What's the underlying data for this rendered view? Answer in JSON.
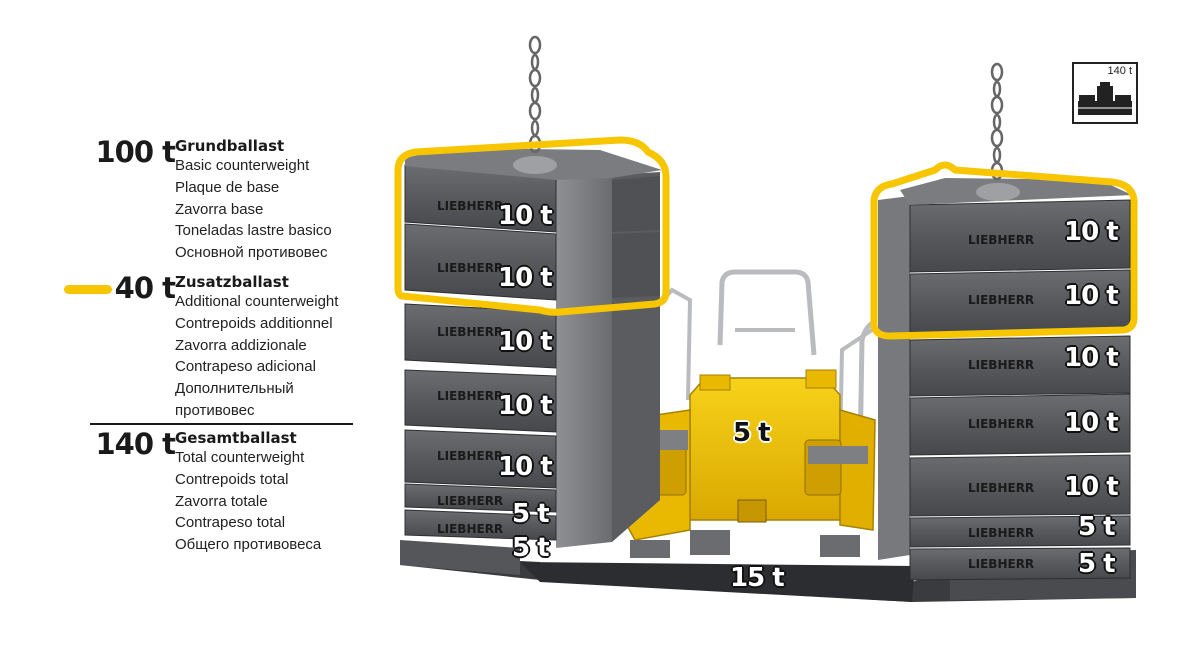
{
  "legend": {
    "base": {
      "value": "100 t",
      "heading": "Grundballast",
      "translations": [
        "Basic counterweight",
        "Plaque de base",
        "Zavorra base",
        "Toneladas lastre basico",
        "Основной противовес"
      ]
    },
    "additional": {
      "value": "40 t",
      "heading": "Zusatzballast",
      "translations": [
        "Additional counterweight",
        "Contrepoids additionnel",
        "Zavorra addizionale",
        "Contrapeso adicional",
        "Дополнительный",
        "противовес"
      ]
    },
    "total": {
      "value": "140 t",
      "heading": "Gesamtballast",
      "translations": [
        "Total counterweight",
        "Contrepoids total",
        "Zavorra totale",
        "Contrapeso total",
        "Общего противовеса"
      ]
    }
  },
  "icon": {
    "label": "140 t"
  },
  "brand": "LIEBHERR",
  "colors": {
    "highlight": "#f7c600",
    "plate": "#5b5d60",
    "plate_dark": "#3c3e41",
    "machine": "#f2c200",
    "text": "#1a1a1a"
  },
  "left_stack": [
    "10 t",
    "10 t",
    "10 t",
    "10 t",
    "10 t",
    "5 t",
    "5 t"
  ],
  "right_stack": [
    "10 t",
    "10 t",
    "10 t",
    "10 t",
    "10 t",
    "5 t",
    "5 t"
  ],
  "center_label": "5 t",
  "base_plate_label": "15 t"
}
